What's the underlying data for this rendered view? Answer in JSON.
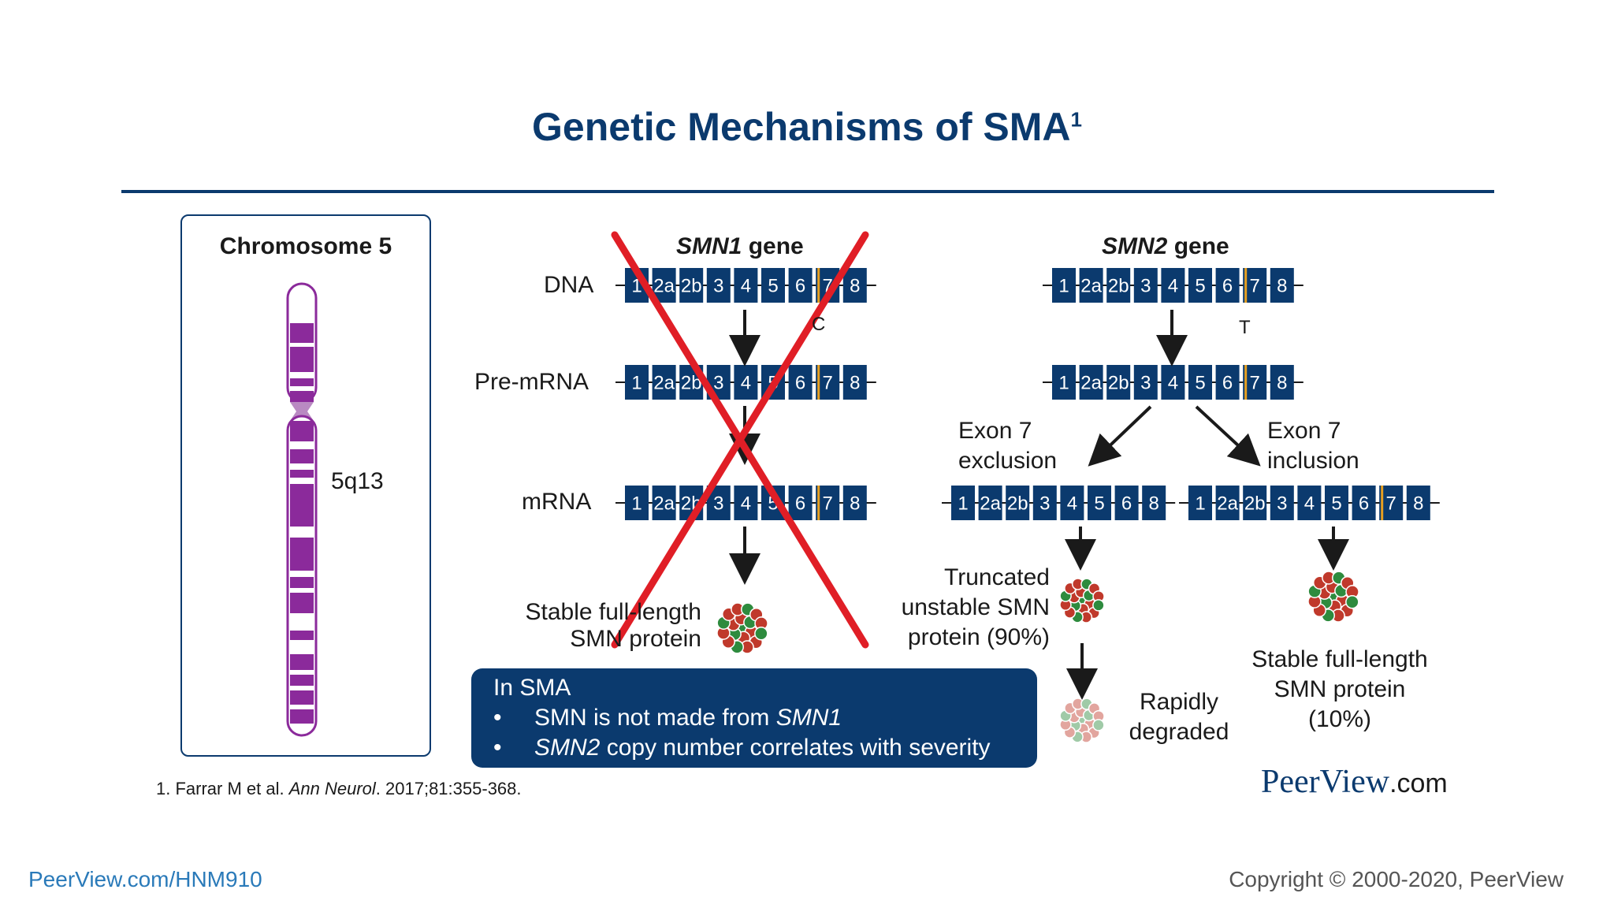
{
  "title": "Genetic Mechanisms of SMA",
  "title_sup": "1",
  "chromosome": {
    "heading": "Chromosome 5",
    "locus": "5q13"
  },
  "smn1": {
    "heading_gene": "SMN1",
    "heading_suffix": " gene",
    "variant_letter": "C"
  },
  "smn2": {
    "heading_gene": "SMN2",
    "heading_suffix": " gene",
    "variant_letter": "T"
  },
  "row_labels": {
    "dna": "DNA",
    "pre_mrna": "Pre-mRNA",
    "mrna": "mRNA"
  },
  "exons_full": [
    "1",
    "2a",
    "2b",
    "3",
    "4",
    "5",
    "6",
    "7",
    "8"
  ],
  "exons_skip7": [
    "1",
    "2a",
    "2b",
    "3",
    "4",
    "5",
    "6",
    "8"
  ],
  "splicing": {
    "exclusion_line1": "Exon 7",
    "exclusion_line2": "exclusion",
    "inclusion_line1": "Exon 7",
    "inclusion_line2": "inclusion"
  },
  "outcomes": {
    "smn1_protein_line1": "Stable full-length",
    "smn1_protein_line2": "SMN protein",
    "truncated_line1": "Truncated",
    "truncated_line2": "unstable SMN",
    "truncated_line3": "protein (90%)",
    "degraded_line1": "Rapidly",
    "degraded_line2": "degraded",
    "stable_line1": "Stable full-length",
    "stable_line2": "SMN protein",
    "stable_line3": "(10%)"
  },
  "sma_box": {
    "heading": "In SMA",
    "bullet_symbol": "•",
    "bullet1_pre": "SMN is not made from ",
    "bullet1_ital": "SMN1",
    "bullet2_ital": "SMN2",
    "bullet2_post": " copy number correlates with severity"
  },
  "reference": {
    "pre": "1. Farrar M et al. ",
    "journal": "Ann Neurol",
    "post": ". 2017;81:355-368."
  },
  "brand": {
    "name": "PeerView",
    "suffix": ".com"
  },
  "footer": {
    "link": "PeerView.com/HNM910",
    "copyright": "Copyright © 2000-2020, PeerView"
  },
  "colors": {
    "navy": "#0b3a6e",
    "chromosome": "#8b2a9b",
    "centromere": "#b98ac2",
    "cross": "#e01e26",
    "highlight": "#e8a020",
    "protein_red": "#c0392b",
    "protein_green": "#2e8b3e",
    "link_blue": "#2a7ab9"
  }
}
